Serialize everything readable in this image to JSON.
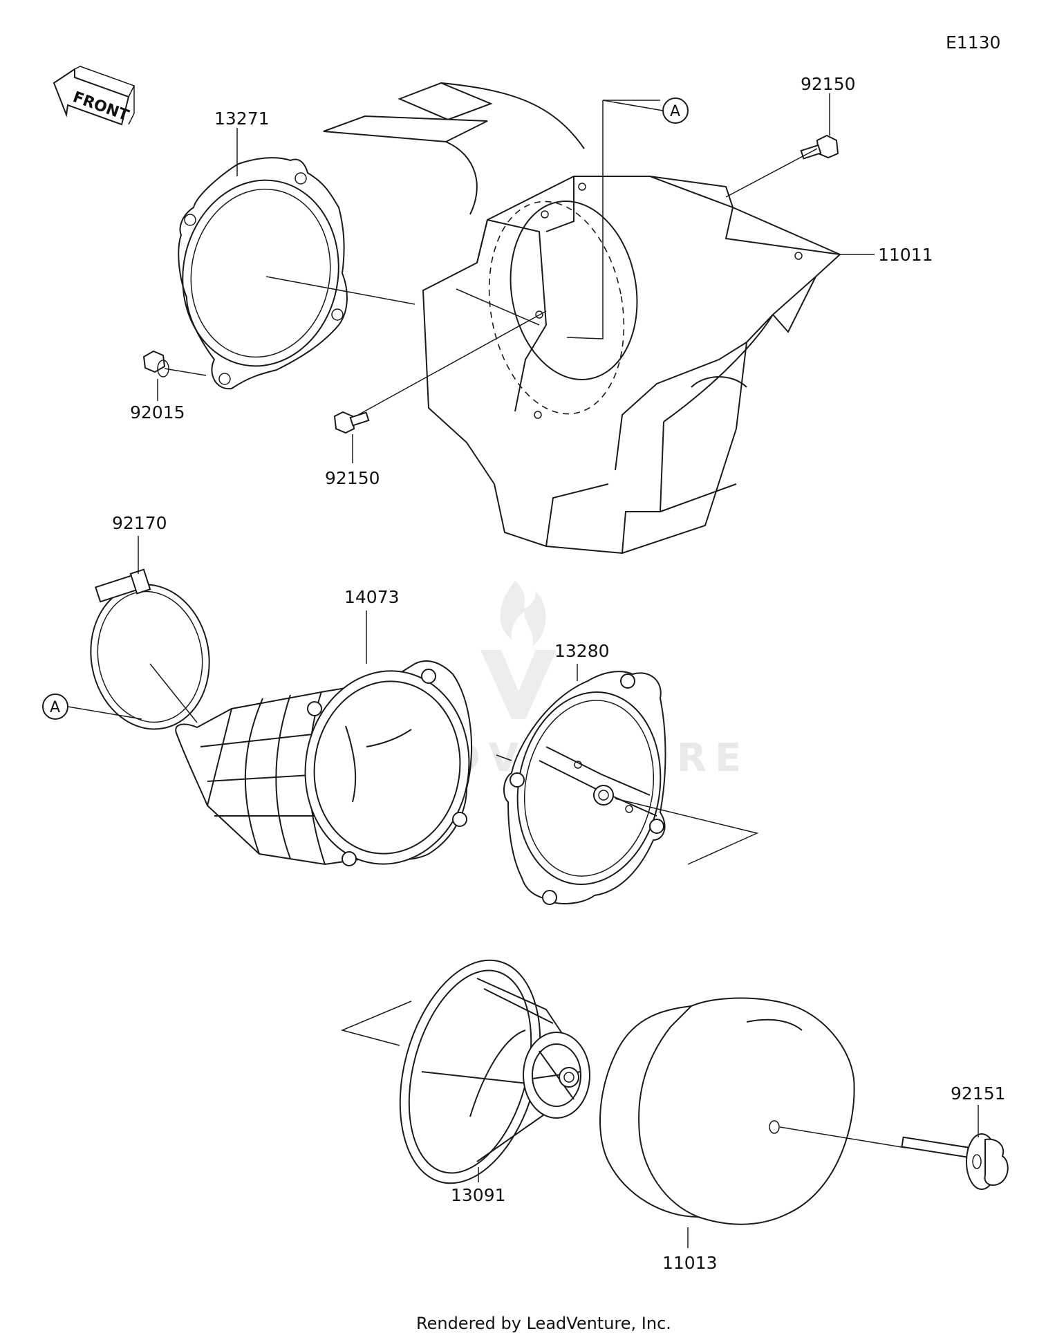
{
  "diagram_id": "E1130",
  "orientation": "FRONT",
  "callout_letter": "A",
  "parts": {
    "p92150_top": "92150",
    "p13271": "13271",
    "p11011": "11011",
    "p92015": "92015",
    "p92150_bottom": "92150",
    "p92170": "92170",
    "p14073": "14073",
    "p13280": "13280",
    "p92151": "92151",
    "p13091": "13091",
    "p11013": "11013"
  },
  "watermark": "LEADVENTURE",
  "footer": "Rendered by LeadVenture, Inc."
}
